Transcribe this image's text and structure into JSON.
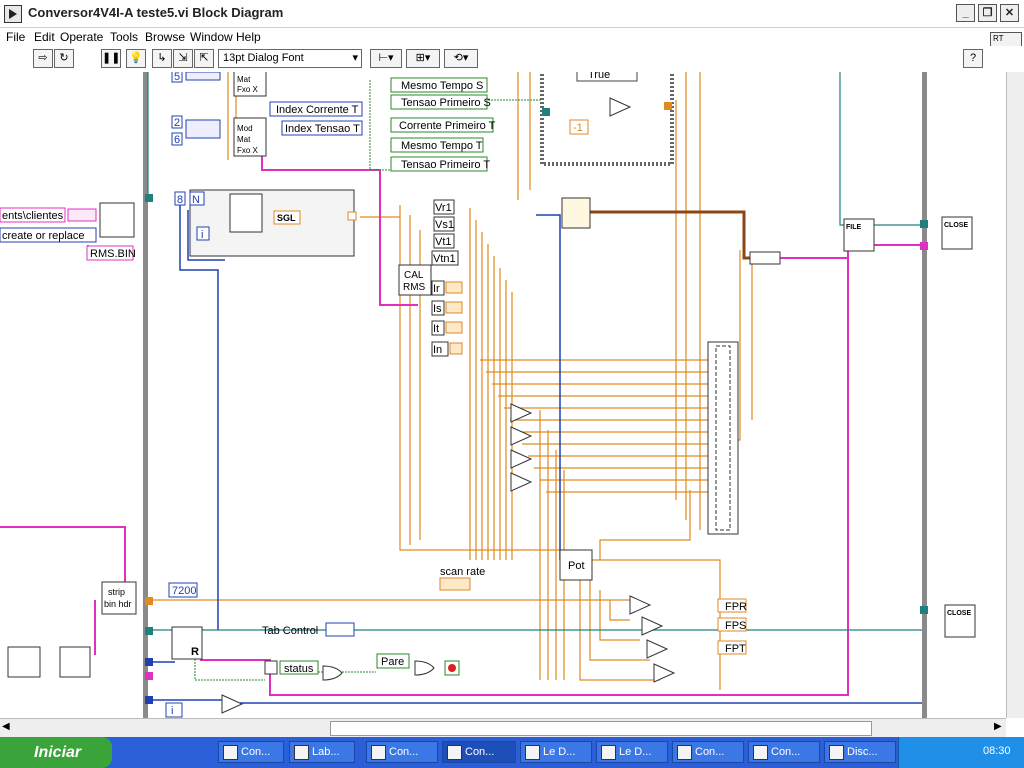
{
  "window": {
    "title": "Conversor4V4I-A teste5.vi Block Diagram"
  },
  "menu": [
    "File",
    "Edit",
    "Operate",
    "Tools",
    "Browse",
    "Window",
    "Help"
  ],
  "toolbar": {
    "font": "13pt Dialog Font",
    "rt_label": "RT"
  },
  "diagram": {
    "path_fragment": "ents\\clientes",
    "open_mode": "create or replace",
    "file_name": "RMS.BIN",
    "const_5": "5",
    "const_2": "2",
    "const_6": "6",
    "const_8": "8",
    "n_label": "N",
    "i_label": "i",
    "sgl": "SGL",
    "mod_mat_1": "Mod\nMat\nFxo X",
    "mod_mat_2": "Mod\nMat\nFxo X",
    "index_corrente": "Index Corrente T",
    "index_tensao": "Index Tensao T",
    "mesmo_tempo_s": "Mesmo Tempo S",
    "tensao_primeiro_s": "Tensao Primeiro S",
    "corrente_primeiro_t": "Corrente Primeiro T",
    "mesmo_tempo_t": "Mesmo Tempo T",
    "tensao_primeiro_t": "Tensao Primeiro T",
    "case_true": "True",
    "minus_one": "-1",
    "vr1": "Vr1",
    "vs1": "Vs1",
    "vt1": "Vt1",
    "vtn1": "Vtn1",
    "cal_rms": "CAL\nRMS",
    "ir": "Ir",
    "is": "Is",
    "it": "It",
    "in": "In",
    "scan_rate": "scan rate",
    "pot": "Pot",
    "fpr": "FPR",
    "fps": "FPS",
    "fpt": "FPT",
    "strip_bin_hdr": "strip\nbin hdr",
    "const_7200": "7200",
    "tab_control": "Tab Control",
    "status": "status",
    "pare": "Pare",
    "close_1": "CLOSE",
    "close_2": "CLOSE",
    "file": "FILE",
    "r": "R"
  },
  "taskbar": {
    "start_label": "Iniciar",
    "tasks": [
      "Con...",
      "Lab...",
      "Con...",
      "Con...",
      "Le D...",
      "Le D...",
      "Con...",
      "Con...",
      "Disc..."
    ],
    "clock": "08:30"
  }
}
